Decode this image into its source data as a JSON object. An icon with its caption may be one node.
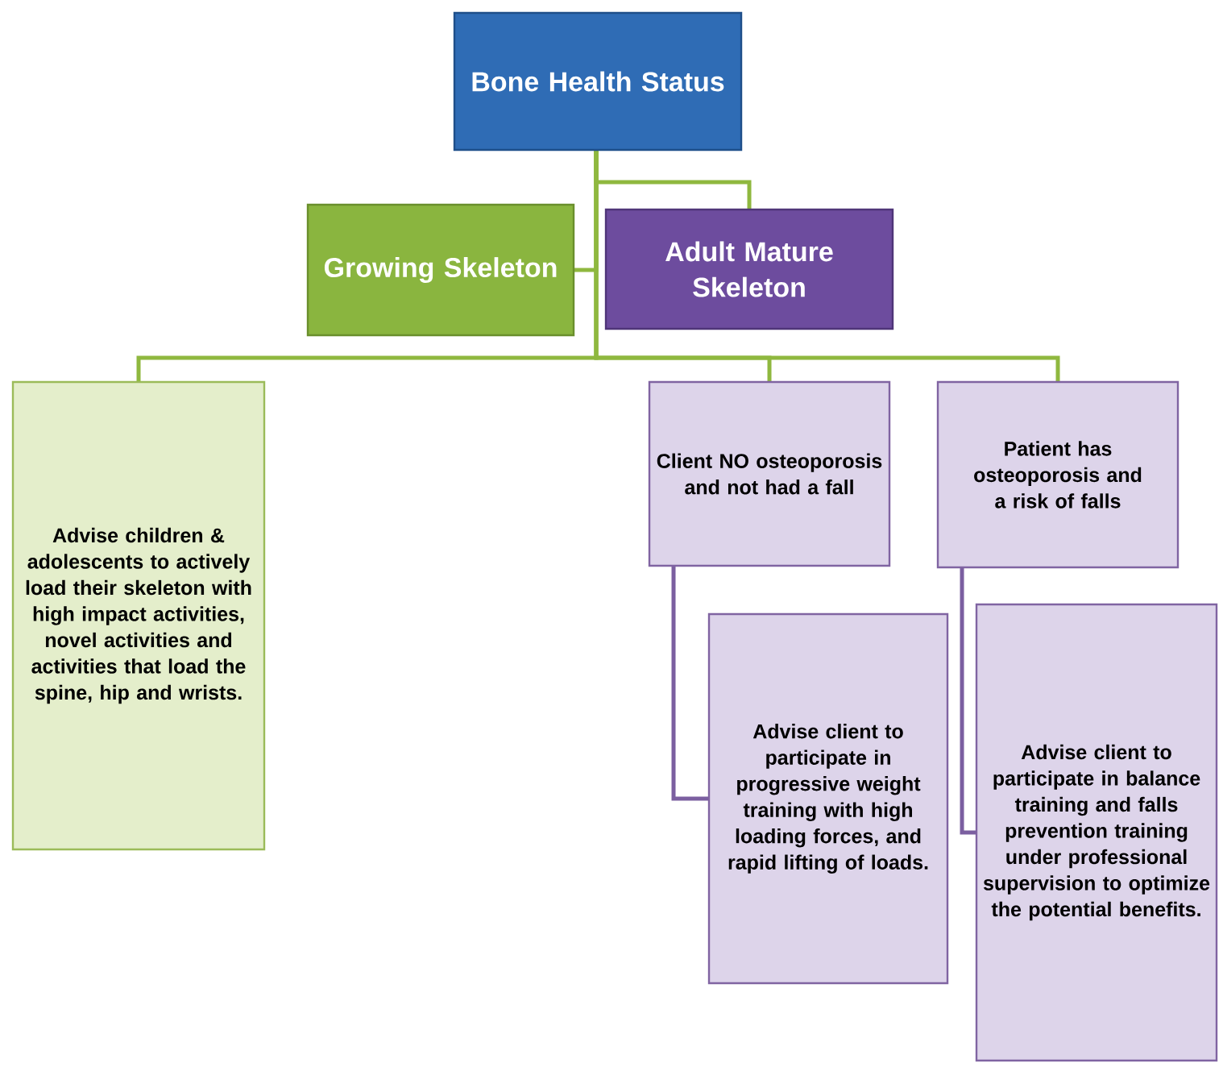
{
  "diagram": {
    "nodes": [
      {
        "text": [
          "Bone Health Status"
        ]
      },
      {
        "text": [
          "Growing Skeleton"
        ]
      },
      {
        "text": [
          "Adult Mature Skeleton"
        ]
      },
      {
        "text": [
          "Advise children & adolescents to actively load their skeleton with high impact activities, novel activities and activities that load the spine, hip and wrists."
        ]
      },
      {
        "text": [
          "Client NO osteoporosis and not had a fall"
        ]
      },
      {
        "text": [
          "Patient has osteoporosis and a risk of falls"
        ]
      },
      {
        "text": [
          "Advise client to participate in progressive weight training with high loading forces, and rapid lifting of loads."
        ]
      },
      {
        "text": [
          "Advise client to participate in balance training and falls prevention training under professional supervision to optimize the potential benefits."
        ]
      }
    ],
    "edges": [
      {
        "from": 0,
        "to": 1,
        "arrow": "none"
      },
      {
        "from": 0,
        "to": 2,
        "arrow": "none"
      },
      {
        "from": 0,
        "to": 3,
        "arrow": "none"
      },
      {
        "from": 0,
        "to": 4,
        "arrow": "none"
      },
      {
        "from": 0,
        "to": 5,
        "arrow": "none"
      },
      {
        "from": 4,
        "to": 6,
        "arrow": "none",
        "color": "#7b5fa0"
      },
      {
        "from": 5,
        "to": 7,
        "arrow": "none",
        "color": "#7b5fa0"
      }
    ]
  }
}
